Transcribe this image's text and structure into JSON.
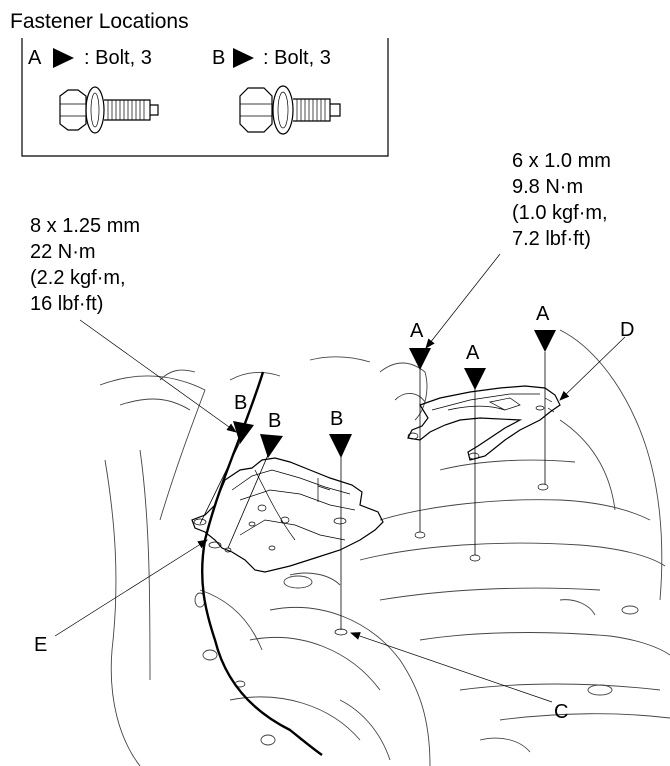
{
  "legend": {
    "title": "Fastener Locations",
    "items": [
      {
        "letter": "A",
        "desc": ": Bolt, 3"
      },
      {
        "letter": "B",
        "desc": ": Bolt, 3"
      }
    ]
  },
  "torque_specs": [
    {
      "lines": [
        "6 x 1.0 mm",
        "9.8 N·m",
        "(1.0 kgf·m,",
        "7.2 lbf·ft)"
      ]
    },
    {
      "lines": [
        "8 x 1.25 mm",
        "22 N·m",
        "(2.2 kgf·m,",
        "16 lbf·ft)"
      ]
    }
  ],
  "fastener_labels": [
    "A",
    "A",
    "A",
    "B",
    "B",
    "B"
  ],
  "callouts": [
    "C",
    "D",
    "E"
  ]
}
